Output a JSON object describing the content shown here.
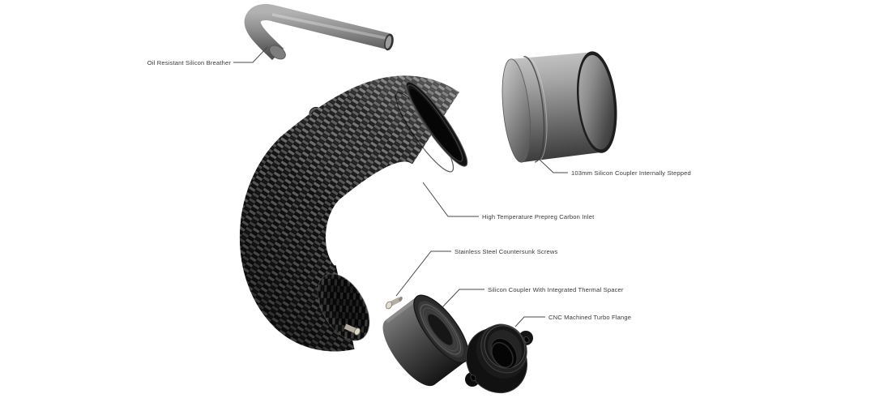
{
  "diagram": {
    "type": "exploded-parts-illustration",
    "background_color": "#ffffff",
    "leader_line_color": "#4a4a4a",
    "label_text_color": "#3a3a3a",
    "labels": {
      "breather": "Oil Resistant Silicon Breather",
      "coupler_103mm": "103mm Silicon Coupler Internally Stepped",
      "carbon_inlet": "High Temperature Prepreg Carbon Inlet",
      "screws": "Stainless Steel Countersunk Screws",
      "thermal_coupler": "Silicon Coupler With Integrated Thermal Spacer",
      "turbo_flange": "CNC Machined Turbo Flange"
    },
    "parts": [
      {
        "name": "breather-hose",
        "label_key": "breather",
        "color": "#8d8d8d"
      },
      {
        "name": "silicon-coupler-103mm",
        "label_key": "coupler_103mm",
        "color": "#8f8f8f"
      },
      {
        "name": "carbon-inlet-pipe",
        "label_key": "carbon_inlet",
        "color": "#101010"
      },
      {
        "name": "countersunk-screws",
        "label_key": "screws",
        "color": "#cfc8bd"
      },
      {
        "name": "thermal-spacer-coupler",
        "label_key": "thermal_coupler",
        "color": "#2e2e2e"
      },
      {
        "name": "turbo-flange",
        "label_key": "turbo_flange",
        "color": "#0f0f0f"
      }
    ],
    "colors": {
      "carbon_weave_dark": "#0b0b0b",
      "carbon_weave_light": "#6f6f6f",
      "silicone_light": "#bfbfbf",
      "silicone_dark": "#3d3d3d",
      "rubber_dark": "#171717",
      "screw_metal": "#ddd6cb"
    }
  }
}
